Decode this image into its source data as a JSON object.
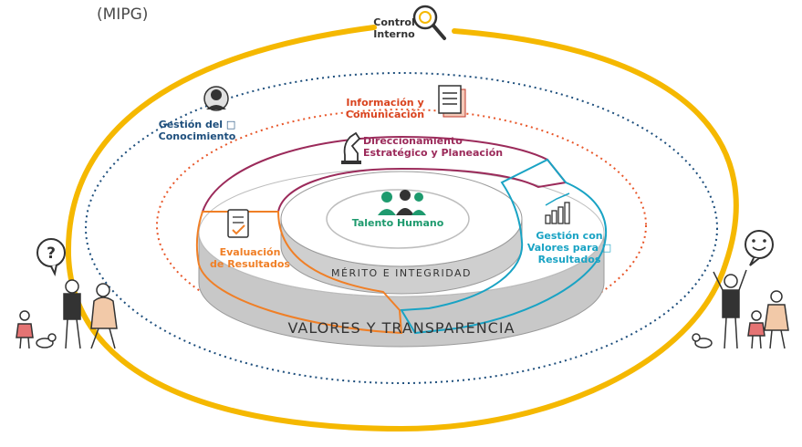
{
  "header": {
    "title": "(MIPG)"
  },
  "dimensions": {
    "control_interno": "Control\nInterno",
    "gestion_conocimiento": "Gestión del □\nConocimiento",
    "informacion_comunicacion": "Información y\nComunicación",
    "direccionamiento": "Direccionamiento\nEstratégico y Planeación",
    "talento_humano": "Talento Humano",
    "gestion_valores": "Gestión con\nValores para □\nResultados",
    "evaluacion_resultados": "Evaluación\nde Resultados"
  },
  "ring_labels": {
    "inner": "MÉRITO E INTEGRIDAD",
    "outer": "VALORES Y TRANSPARENCIA"
  },
  "colors": {
    "outer_ring": "#f5b800",
    "blue_dotted": "#1d4e7c",
    "orange_dotted": "#e8572a",
    "direccionamiento": "#9b2a5a",
    "gestion_valores": "#19a3c4",
    "evaluacion": "#f07f26",
    "talento": "#1e9a6e",
    "informacion": "#d9431e",
    "conocimiento": "#1d4e7c",
    "platform_side": "#c8c8c8"
  },
  "icons": [
    "magnifier-icon",
    "person-head-icon",
    "document-icon",
    "chess-knight-icon",
    "people-group-icon",
    "bar-chart-icon",
    "checklist-icon",
    "question-bubble-icon",
    "smiley-bubble-icon"
  ]
}
